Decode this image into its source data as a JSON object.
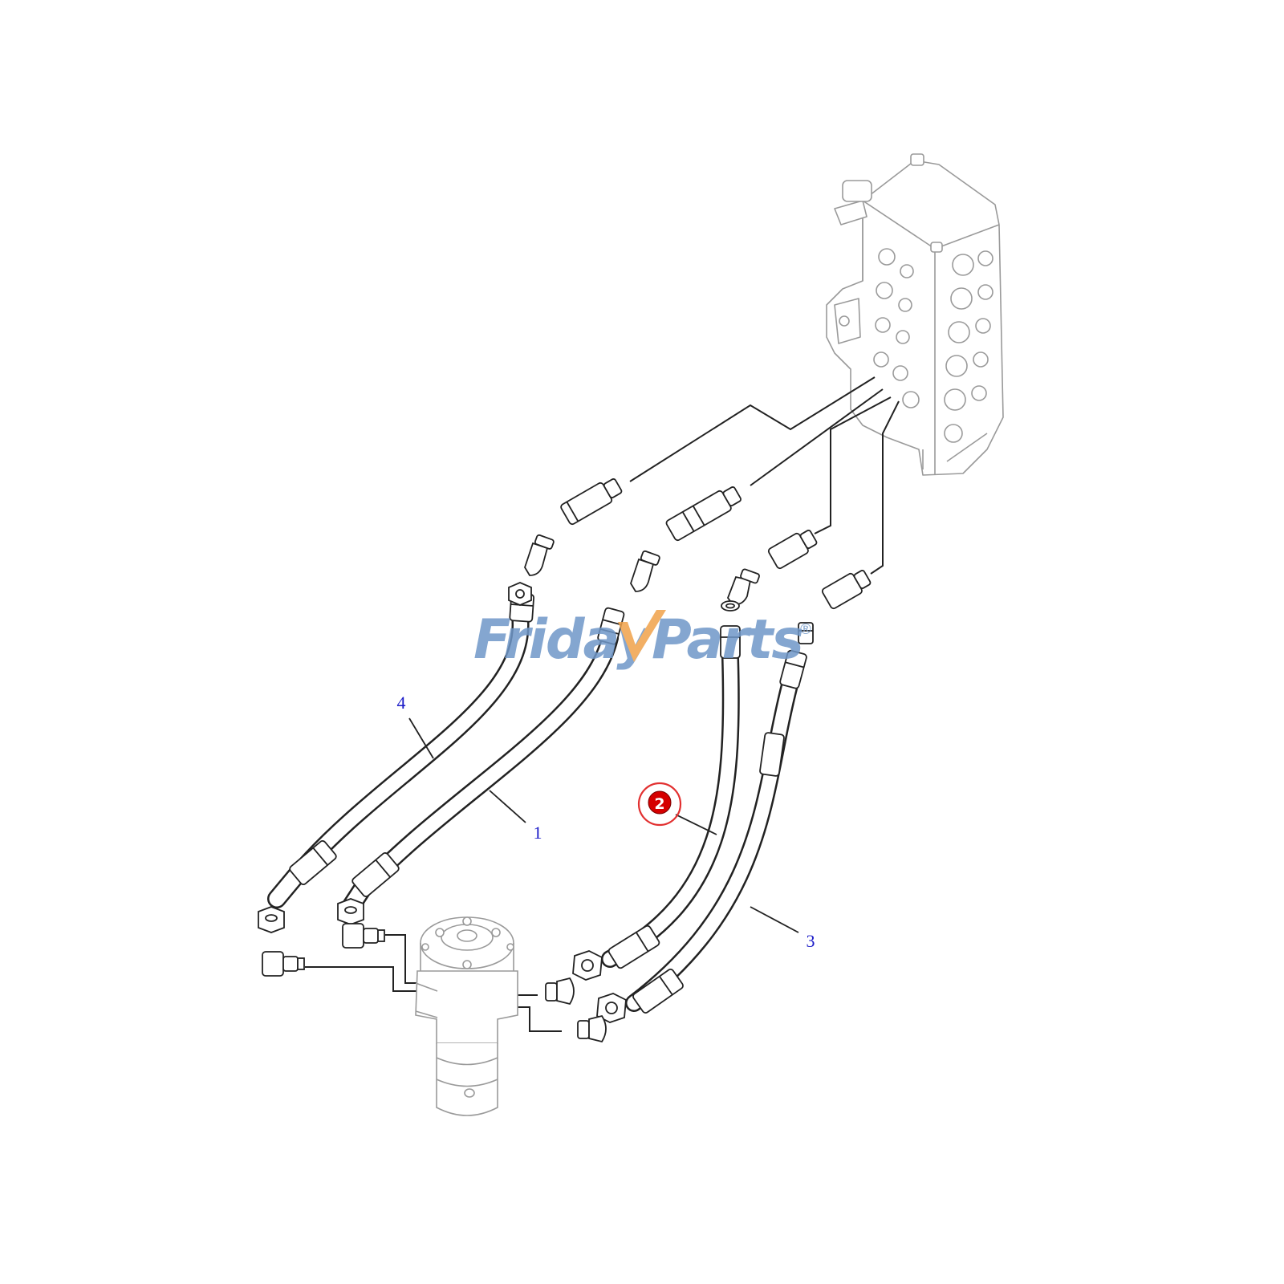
{
  "watermark": {
    "text_left": "Friday",
    "text_right": "Parts",
    "reg_mark": "®",
    "primary_color": "#6f97c8",
    "accent_color": "#f0a24a"
  },
  "callouts": [
    {
      "id": "1",
      "label": "1",
      "highlighted": false
    },
    {
      "id": "2",
      "label": "2",
      "highlighted": true
    },
    {
      "id": "3",
      "label": "3",
      "highlighted": false
    },
    {
      "id": "4",
      "label": "4",
      "highlighted": false
    }
  ],
  "colors": {
    "line": "#222222",
    "faint_line": "#9a9a9a",
    "callout_text": "#1c1cc8",
    "highlight_fill": "#d50000",
    "highlight_ring": "#e23030"
  }
}
